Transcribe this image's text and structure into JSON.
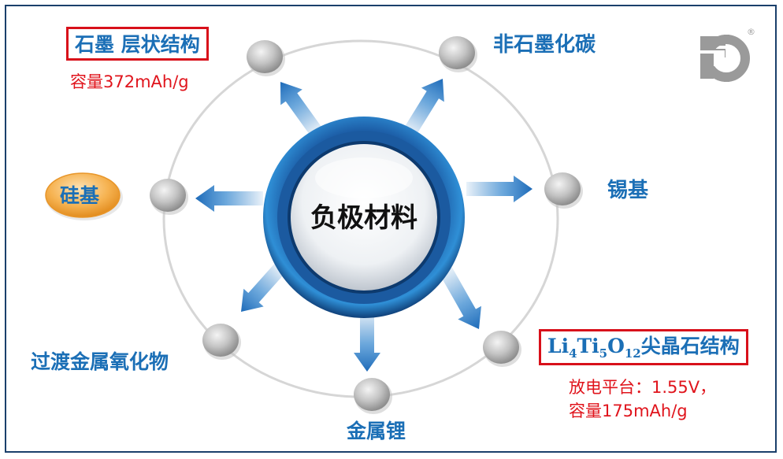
{
  "center_label": "负极材料",
  "nodes": {
    "graphite": {
      "title": "石墨  层状结构",
      "detail": "容量372mAh/g"
    },
    "non_graphite_carbon": {
      "title": "非石墨化碳"
    },
    "silicon": {
      "title": "硅基"
    },
    "tin": {
      "title": "锡基"
    },
    "transition_metal_oxide": {
      "title": "过渡金属氧化物"
    },
    "lithium_metal": {
      "title": "金属锂"
    },
    "lto": {
      "formula": {
        "el1": "Li",
        "n1": "4",
        "el2": "Ti",
        "n2": "5",
        "el3": "O",
        "n3": "12"
      },
      "suffix": "尖晶石结构",
      "detail_line1": "放电平台：1.55V，",
      "detail_line2": "容量175mAh/g"
    }
  },
  "colors": {
    "accent_blue": "#1b6fb6",
    "highlight_red": "#e0141c",
    "frame_navy": "#1a3f6b",
    "silicon_fill": "#f6b352"
  }
}
